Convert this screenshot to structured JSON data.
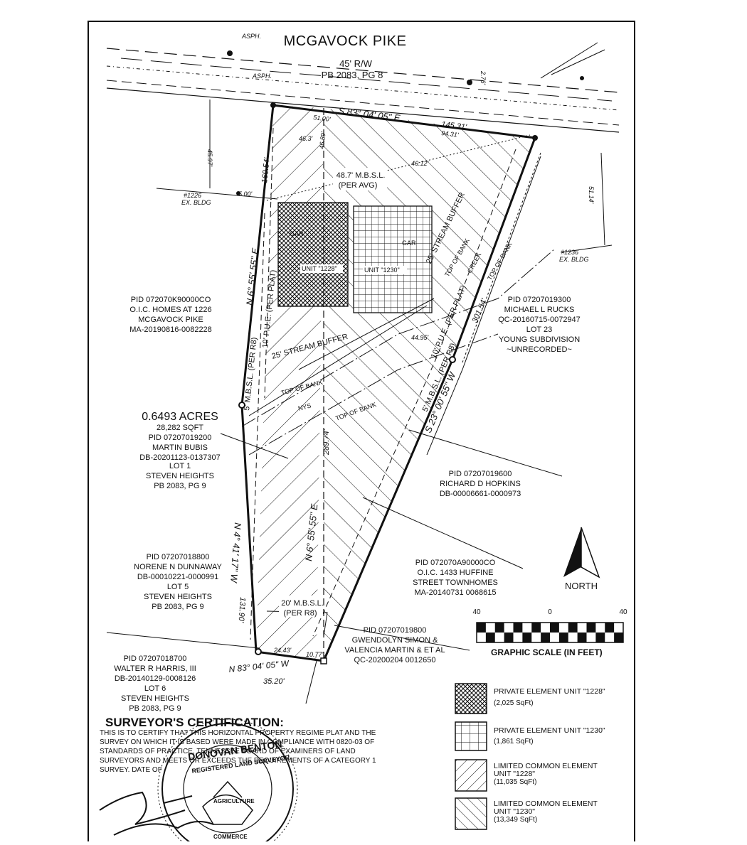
{
  "road": {
    "name": "MCGAVOCK PIKE",
    "row": "45' R/W",
    "plat_ref": "PB 2083, PG 8",
    "asph_1": "ASPH.",
    "asph_2": "ASPH."
  },
  "bearings": {
    "north_line": "S 83° 04' 05\" E",
    "north_line_dist": "145.31'",
    "north_line_sub": "94.31'",
    "north_line_sub2": "51.00'",
    "west_upper": "N 6° 55' 55\" E",
    "west_upper_dist": "160.54'",
    "west_lower": "N 4° 41' 17\" W",
    "west_lower_dist": "131.90'",
    "east": "S 23° 00' 55\" W",
    "east_dist": "301.54'",
    "inner": "N 6° 55' 55\" E",
    "inner_dist": "289.74'",
    "south": "N 83° 04' 05\" W",
    "south_dist": "35.20'",
    "south_seg1": "24.43'",
    "south_seg2": "10.77'",
    "dim_45": "45.97'",
    "dim_5": "5.00'",
    "dim_2": "2.76'",
    "dim_51": "51.14'",
    "dim_46a": "46.3'",
    "dim_46b": "46.89'",
    "dim_46c": "46.12'",
    "dim_44": "44.95'"
  },
  "plan_labels": {
    "mbs_avg": "48.7' M.B.S.L.",
    "per_avg": "(PER AVG)",
    "pue_left": "10' P.U.E. (PER PLAT)",
    "mbsl_left": "5' M.B.S.L. (PER R8)",
    "pue_right": "10' P.U.E. (PER PLAT)",
    "mbsl_right": "5' M.B.S.L. (PER R8)",
    "stream_buffer": "25' STREAM BUFFER",
    "stream_buffer_2": "25' STREAM BUFFER",
    "top_of_bank_1": "TOP OF BANK",
    "top_of_bank_2": "TOP OF BANK",
    "top_of_bank_3": "TOP OF BANK",
    "top_of_bank_4": "TOP OF BANK",
    "creek": "CREEK",
    "mbsl_20": "20' M.B.S.L.",
    "per_r8": "(PER R8)",
    "ex_bldg_left": "EX. BLDG",
    "ex_bldg_left_num": "#1226",
    "ex_bldg_right": "EX. BLDG",
    "ex_bldg_right_num": "#1236",
    "gar_1": "GAR",
    "gar_2": "GAR",
    "unit_1228": "UNIT \"1228\"",
    "unit_1230": "UNIT \"1230\"",
    "nys": "NYS"
  },
  "parcels": [
    {
      "lines": [
        "PID 072070K90000CO",
        "O.I.C. HOMES AT 1226",
        "MCGAVOCK PIKE",
        "MA-20190816-0082228"
      ]
    },
    {
      "lines": [
        "PID 07207019300",
        "MICHAEL L RUCKS",
        "QC-20160715-0072947",
        "LOT 23",
        "YOUNG SUBDIVISION",
        "~UNRECORDED~"
      ]
    },
    {
      "lines": [
        "PID 07207019600",
        "RICHARD D HOPKINS",
        "DB-00006661-0000973"
      ]
    },
    {
      "lines": [
        "PID 072070A90000CO",
        "O.I.C. 1433 HUFFINE",
        "STREET TOWNHOMES",
        "MA-20140731 0068615"
      ]
    },
    {
      "lines": [
        "PID 07207018800",
        "NORENE N DUNNAWAY",
        "DB-00010221-0000991",
        "LOT 5",
        "STEVEN HEIGHTS",
        "PB 2083, PG 9"
      ]
    },
    {
      "lines": [
        "PID 07207019800",
        "GWENDOLYN SIMON &",
        "VALENCIA MARTIN & ET AL",
        "QC-20200204 0012650"
      ]
    },
    {
      "lines": [
        "PID 07207018700",
        "WALTER R HARRIS, III",
        "DB-20140129-0008126",
        "LOT 6",
        "STEVEN HEIGHTS",
        "PB 2083, PG 9"
      ]
    }
  ],
  "subject": {
    "acres": "0.6493 ACRES",
    "lines": [
      "28,282 SQFT",
      "PID 07207019200",
      "MARTIN BUBIS",
      "DB-20201123-0137307",
      "",
      "LOT 1",
      "STEVEN HEIGHTS",
      "PB 2083, PG 9"
    ]
  },
  "north": {
    "label": "NORTH"
  },
  "scale": {
    "left": "40",
    "mid": "0",
    "right": "40",
    "caption": "GRAPHIC SCALE (IN FEET)"
  },
  "legend": [
    {
      "title": "PRIVATE ELEMENT UNIT \"1228\"",
      "sub": "(2,025 SqFt)",
      "pattern": "crosshatch"
    },
    {
      "title": "PRIVATE ELEMENT UNIT \"1230\"",
      "sub": "(1,861 SqFt)",
      "pattern": "grid"
    },
    {
      "title": "LIMITED COMMON ELEMENT",
      "title2": "UNIT \"1228\"",
      "sub": "(11,035 SqFt)",
      "pattern": "forward"
    },
    {
      "title": "LIMITED COMMON ELEMENT",
      "title2": "UNIT \"1230\"",
      "sub": "(13,349 SqFt)",
      "pattern": "back"
    }
  ],
  "certification": {
    "title": "SURVEYOR'S CERTIFICATION:",
    "lines": [
      "THIS IS TO CERTIFY THAT THIS HORIZONTAL PROPERTY REGIME PLAT AND THE",
      "SURVEY ON WHICH IT IS BASED WERE MADE IN COMPLIANCE WITH 0820-03 OF",
      "STANDARDS OF PRACTICE, TENNESSEE BOARD OF EXAMINERS OF LAND",
      "SURVEYORS AND MEETS OR EXCEEDS THE REQUIREMENTS OF A CATEGORY 1",
      "SURVEY.  DATE OF"
    ]
  },
  "seal": {
    "name": "DONOVAN BENTON",
    "sub": "REGISTERED LAND SURVEYOR",
    "ring": "AGRICULTURE",
    "ring2": "COMMERCE"
  },
  "colors": {
    "ink": "#111111",
    "paper": "#ffffff"
  }
}
